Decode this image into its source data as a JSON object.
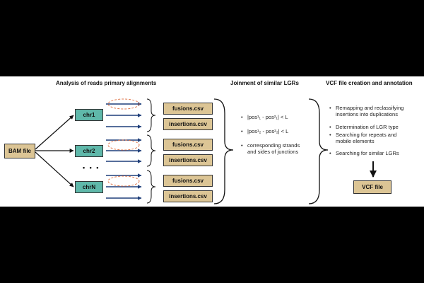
{
  "headers": {
    "analysis": "Analysis of reads primary alignments",
    "joinment": "Joinment of similar LGRs",
    "vcf": "VCF file creation and annotation"
  },
  "input": {
    "bam": "BAM file"
  },
  "chromosomes": [
    "chr1",
    "chr2",
    "chrN"
  ],
  "ellipsis": "• • •",
  "outputs": {
    "fusions": "fusions.csv",
    "insertions": "insertions.csv"
  },
  "joinment": {
    "cond1": "|pos¹₁ - pos²₁| < L",
    "cond2": "|pos¹₂ - pos²₂| < L",
    "cond3_line1": "corresponding strands",
    "cond3_line2": "and sides of junctions"
  },
  "vcf_steps": {
    "step1_line1": "Remapping and reclassifying",
    "step1_line2": "insertions into duplications",
    "step2": "Determination of LGR type",
    "step3_line1": "Searching for repeats and",
    "step3_line2": "mobile elements",
    "step4": "Searching for similar LGRs"
  },
  "result": "VCF file",
  "colors": {
    "tan": "#dcc595",
    "teal": "#5fb8aa",
    "read_arrow": "#1f3f7a",
    "dashed": "#e07a50"
  }
}
